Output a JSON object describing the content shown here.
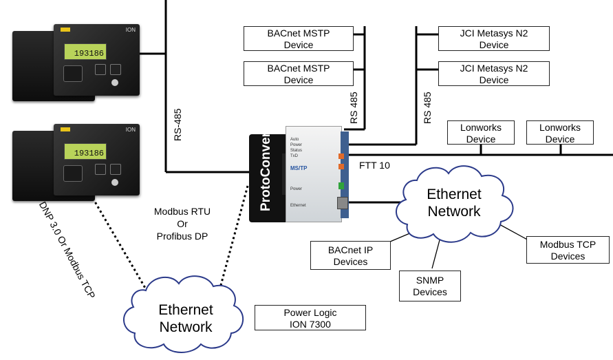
{
  "meters": [
    {
      "display": "193186",
      "brand": "ION"
    },
    {
      "display": "193186",
      "brand": "ION"
    }
  ],
  "devices": {
    "bacnet_mstp_1": [
      "BACnet MSTP",
      "Device"
    ],
    "bacnet_mstp_2": [
      "BACnet MSTP",
      "Device"
    ],
    "jci_n2_1": [
      "JCI Metasys N2",
      "Device"
    ],
    "jci_n2_2": [
      "JCI Metasys N2",
      "Device"
    ],
    "lonworks_1": [
      "Lonworks",
      "Device"
    ],
    "lonworks_2": [
      "Lonworks",
      "Device"
    ],
    "power_logic": [
      "Power Logic",
      "ION 7300"
    ]
  },
  "network_labels": {
    "rs485_vertical": "RS-485",
    "rs485_mstp": "RS 485",
    "rs485_n2": "RS 485",
    "ftt10": "FTT 10",
    "modbus_rtu": [
      "Modbus RTU",
      "Or",
      "Profibus DP"
    ],
    "dnp": "DNP 3.0 Or Modbus TCP"
  },
  "clouds": {
    "ethernet_right": [
      "Ethernet",
      "Network"
    ],
    "ethernet_left": [
      "Ethernet",
      "Network"
    ]
  },
  "clients": {
    "bacnet_ip": [
      "BACnet IP",
      "Devices"
    ],
    "snmp": [
      "SNMP",
      "Devices"
    ],
    "modbus_tcp": [
      "Modbus TCP",
      "Devices"
    ]
  },
  "gateway": {
    "brand": "ProtoConvert",
    "protocol": "MS/TP",
    "panel_rows": [
      "Auto",
      "Power",
      "Status",
      "TxD",
      "Power",
      "Ethernet"
    ]
  }
}
